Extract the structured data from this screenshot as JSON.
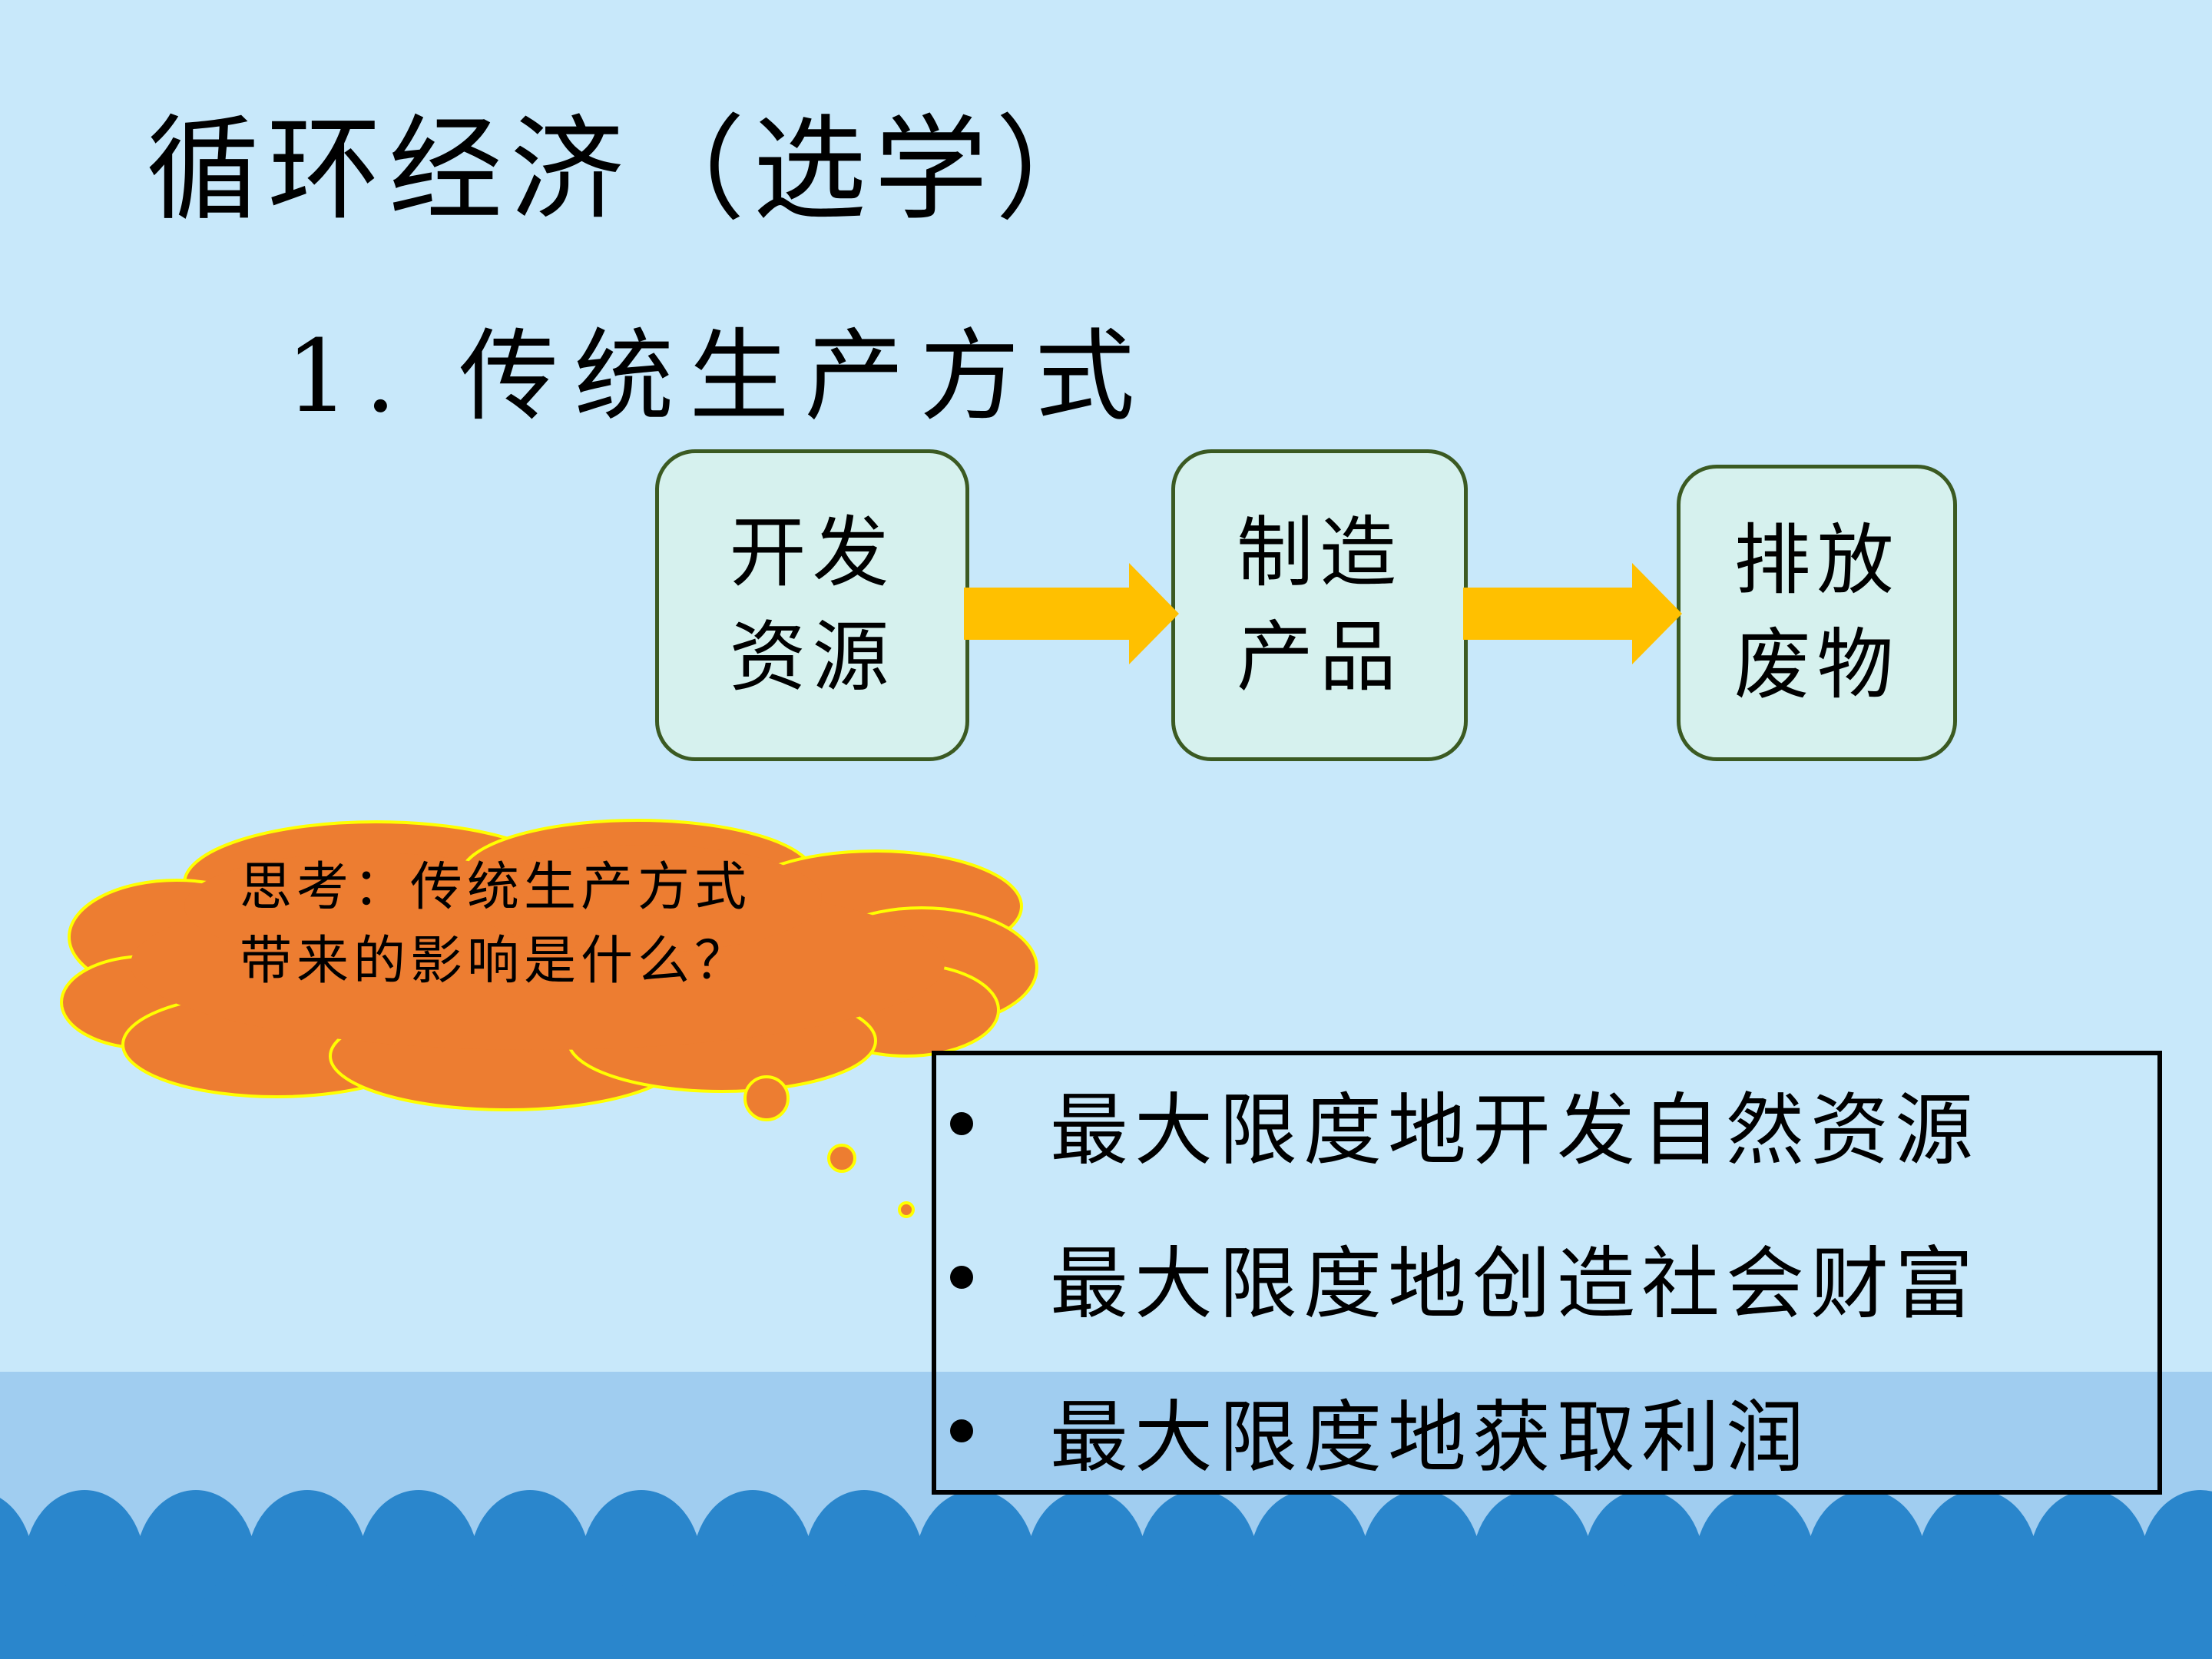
{
  "title": "循环经济（选学）",
  "subtitle": "1. 传统生产方式",
  "flow": {
    "steps": [
      {
        "line1": "开发",
        "line2": "资源"
      },
      {
        "line1": "制造",
        "line2": "产品"
      },
      {
        "line1": "排放",
        "line2": "废物"
      }
    ],
    "arrow_color": "#ffc000",
    "box_fill": "#d6f1ee",
    "box_border": "#3b5a22"
  },
  "thought_cloud": {
    "line1": "思考：传统生产方式",
    "line2": "带来的影响是什么？",
    "fill": "#ed7d31",
    "outline": "#ffff00"
  },
  "answers": [
    "最大限度地开发自然资源",
    "最大限度地创造社会财富",
    "最大限度地获取利润"
  ],
  "colors": {
    "background": "#c8e8fa",
    "band": "#a0cdf0",
    "scales": "#2a86cc"
  }
}
